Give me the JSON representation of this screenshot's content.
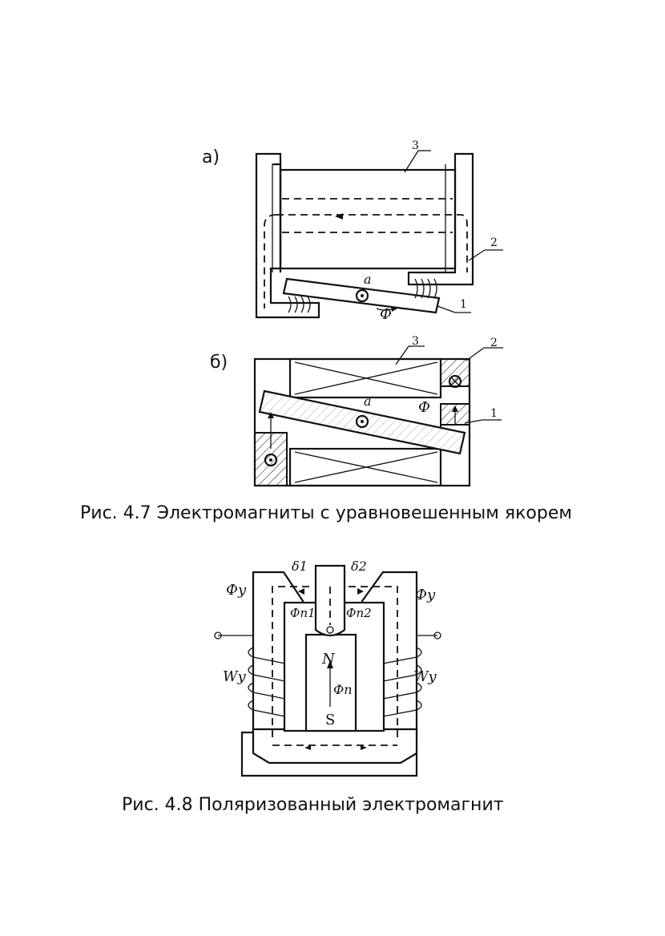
{
  "figure_a": {
    "label": "а)",
    "callouts": [
      "3",
      "2",
      "1"
    ],
    "pivot": "a",
    "flux": "Ф"
  },
  "figure_b": {
    "label": "б)",
    "callouts": [
      "3",
      "2",
      "1"
    ],
    "pivot": "a",
    "flux": "Ф"
  },
  "caption_4_7": "Рис. 4.7 Электромагниты с уравновешенным якорем",
  "figure_4_8": {
    "gap_left": "δ1",
    "gap_right": "δ2",
    "flux_control_left": "Фу",
    "flux_control_right": "Фу",
    "flux_pm_left": "Фп1",
    "flux_pm_right": "Фп2",
    "pole_north": "N",
    "pole_south": "S",
    "flux_pm": "Фп",
    "winding_left": "Wу",
    "winding_right": "Wу"
  },
  "caption_4_8": "Рис. 4.8 Поляризованный электромагнит"
}
